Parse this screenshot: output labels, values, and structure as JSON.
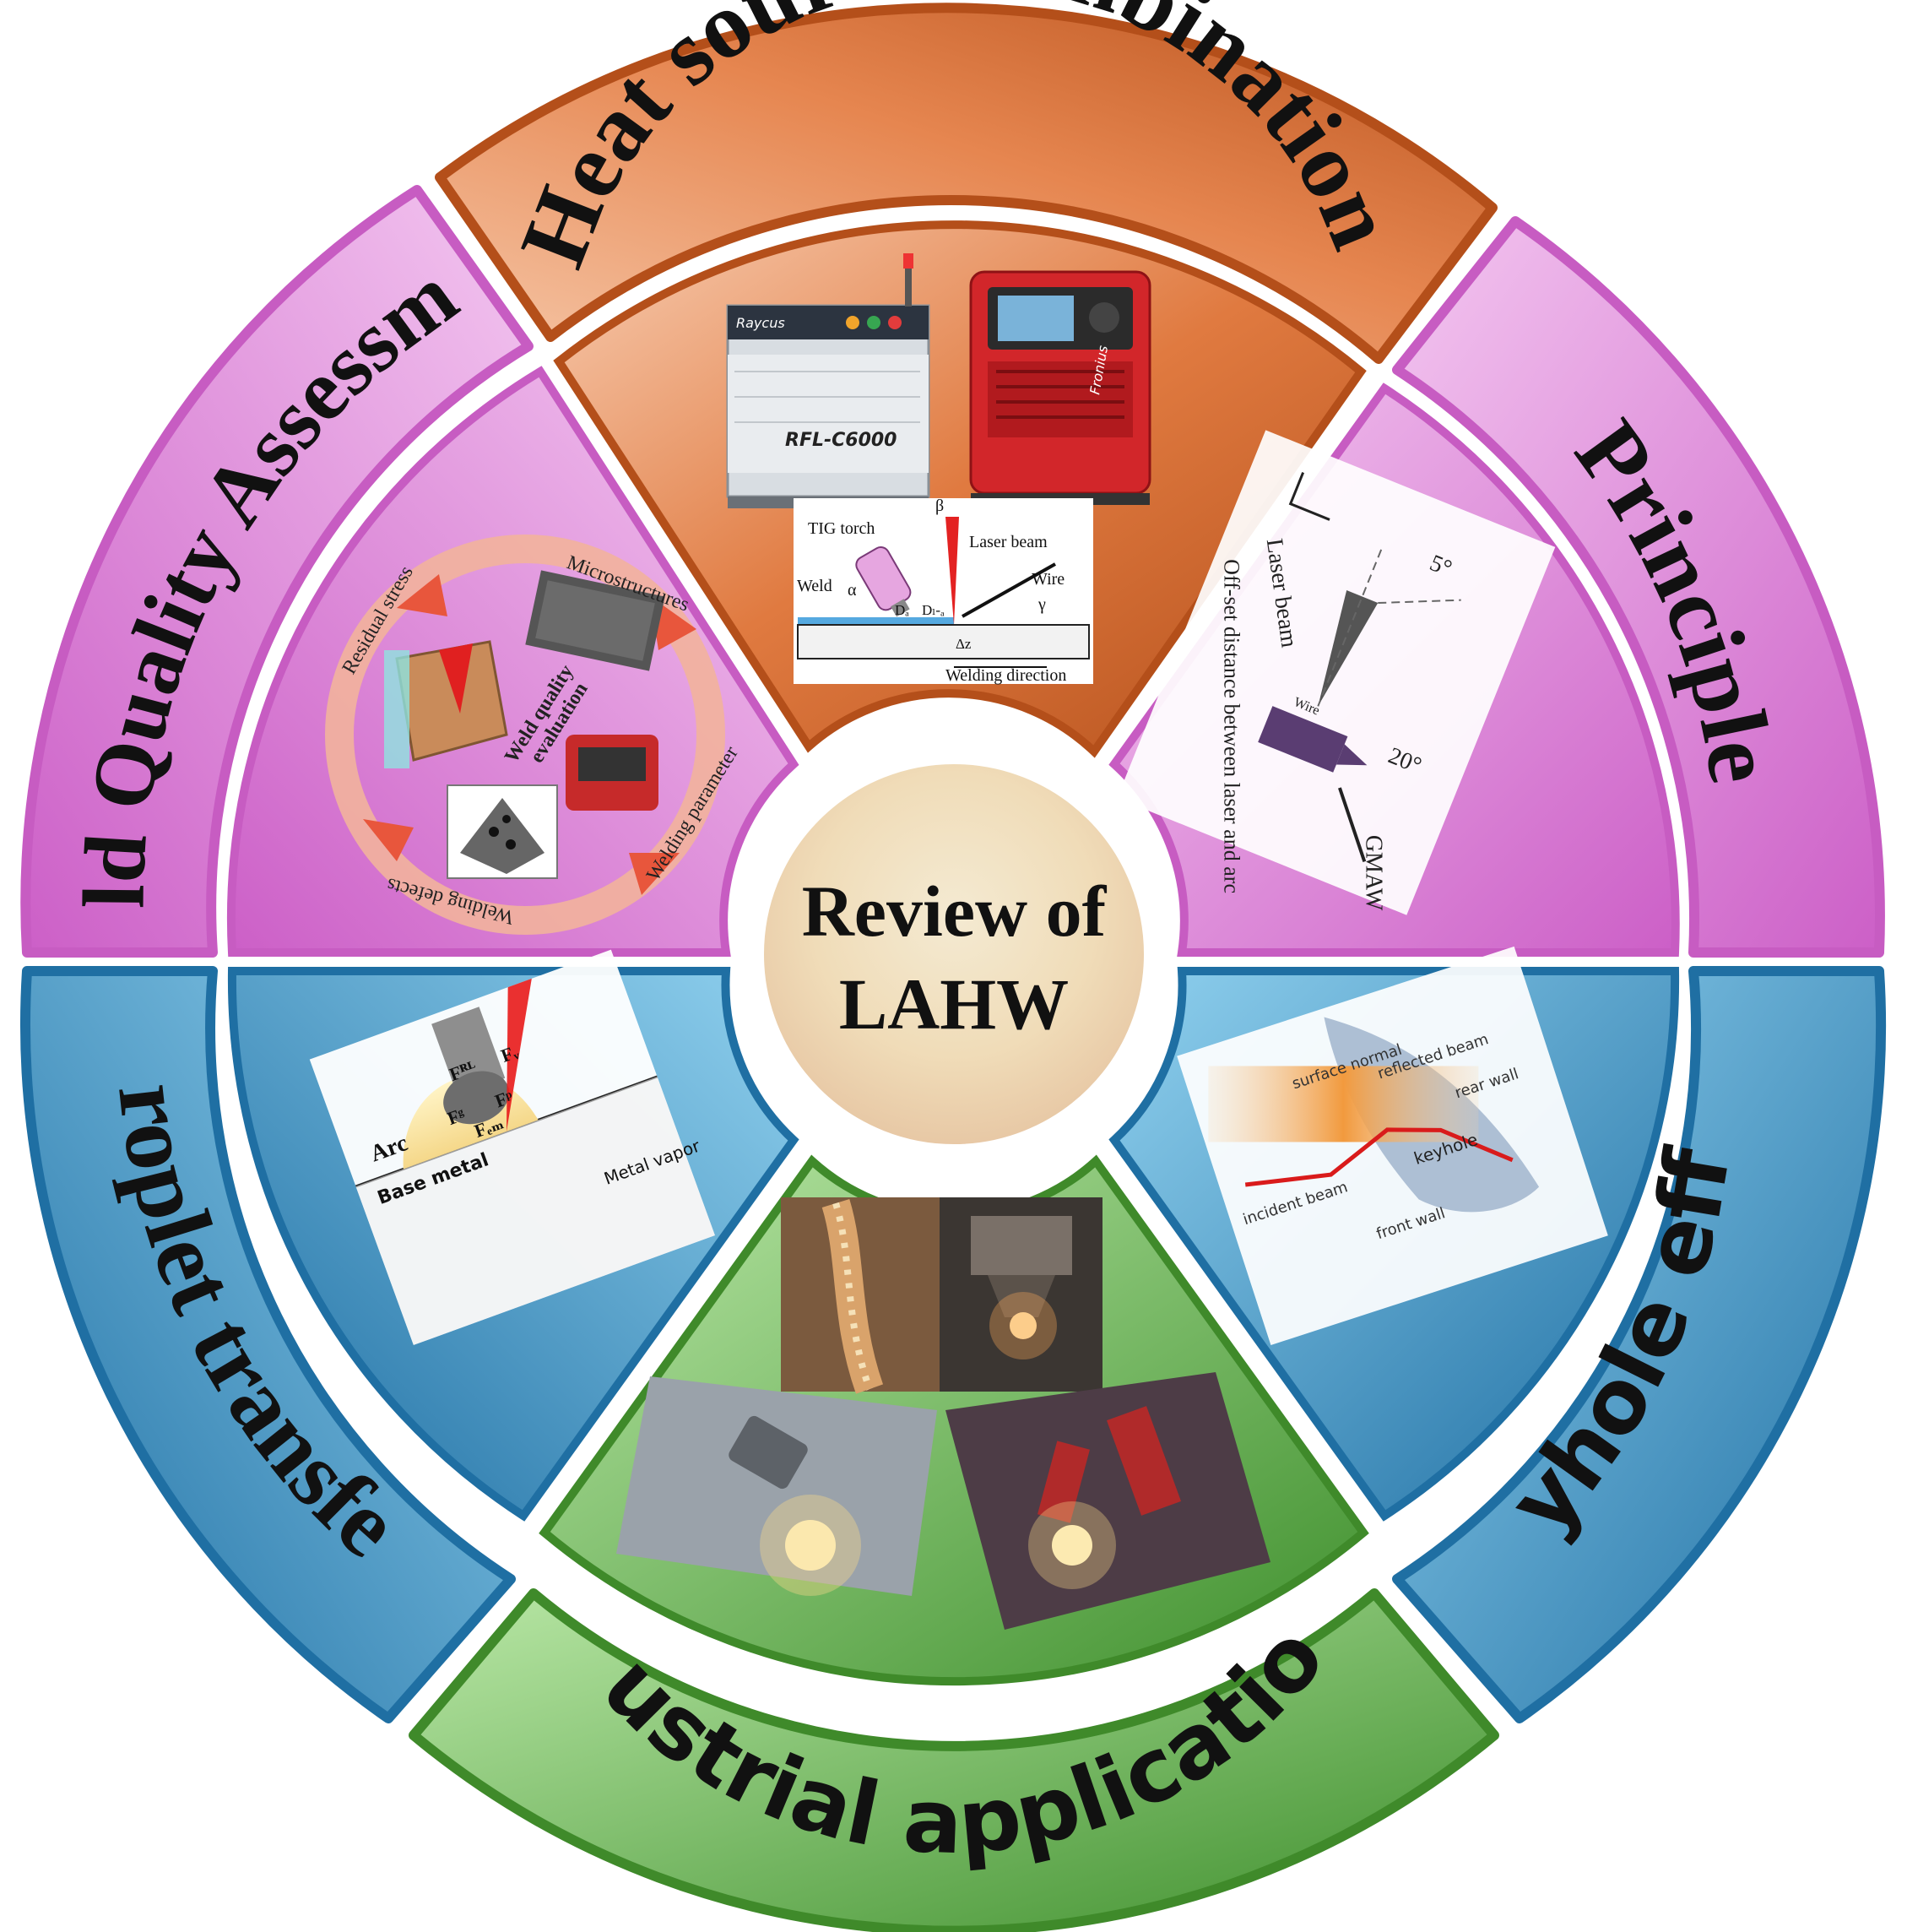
{
  "center": {
    "line1": "Review of",
    "line2": "LAHW"
  },
  "sectors": {
    "heat_source": {
      "title": "Heat source combination",
      "color": "#c8622a",
      "labels": {
        "laser_brand": "Raycus",
        "laser_model": "RFL-C6000",
        "arc_brand": "Fronius",
        "tig_torch": "TIG torch",
        "laser_beam": "Laser beam",
        "wire": "Wire",
        "weld": "Weld",
        "welding_direction": "Welding direction",
        "alpha": "α",
        "beta": "β",
        "gamma": "γ",
        "da": "Dₐ",
        "dla": "Dₗ-ₐ",
        "dz": "Δz"
      }
    },
    "principle": {
      "title": "Principle",
      "color": "#d77bd2",
      "labels": {
        "laser_beam": "Laser beam",
        "angle1": "5°",
        "angle2": "20°",
        "offset": "Off-set distance between laser and arc",
        "gmaw": "GMAW",
        "wire": "Wire"
      }
    },
    "keyhole": {
      "title": "Keyhole effect",
      "color": "#2f8fbf",
      "labels": {
        "surface_normal": "surface normal",
        "reflected_beam": "reflected beam",
        "rear_wall": "rear wall",
        "incident_beam": "incident beam",
        "keyhole": "keyhole",
        "front_wall": "front wall"
      }
    },
    "industrial": {
      "title": "Industrial applications",
      "color": "#4e9a3a"
    },
    "droplet": {
      "title": "Droplet transfer",
      "color": "#2f8fbf",
      "labels": {
        "arc": "Arc",
        "base_metal": "Base metal",
        "metal_vapor": "Metal vapor",
        "frl": "Fᴿᴸ",
        "fv": "Fᵥ",
        "fg": "Fᵍ",
        "fp": "Fᵖ",
        "fem": "Fₑₘ"
      }
    },
    "weld_quality": {
      "title": "Weld Quality Assessment",
      "color": "#d77bd2",
      "labels": {
        "microstructures": "Microstructures",
        "residual_stress": "Residual stress",
        "welding_parameter": "Welding parameter",
        "welding_defects": "Welding defects",
        "evaluation1": "Weld quality",
        "evaluation2": "evaluation"
      }
    }
  }
}
